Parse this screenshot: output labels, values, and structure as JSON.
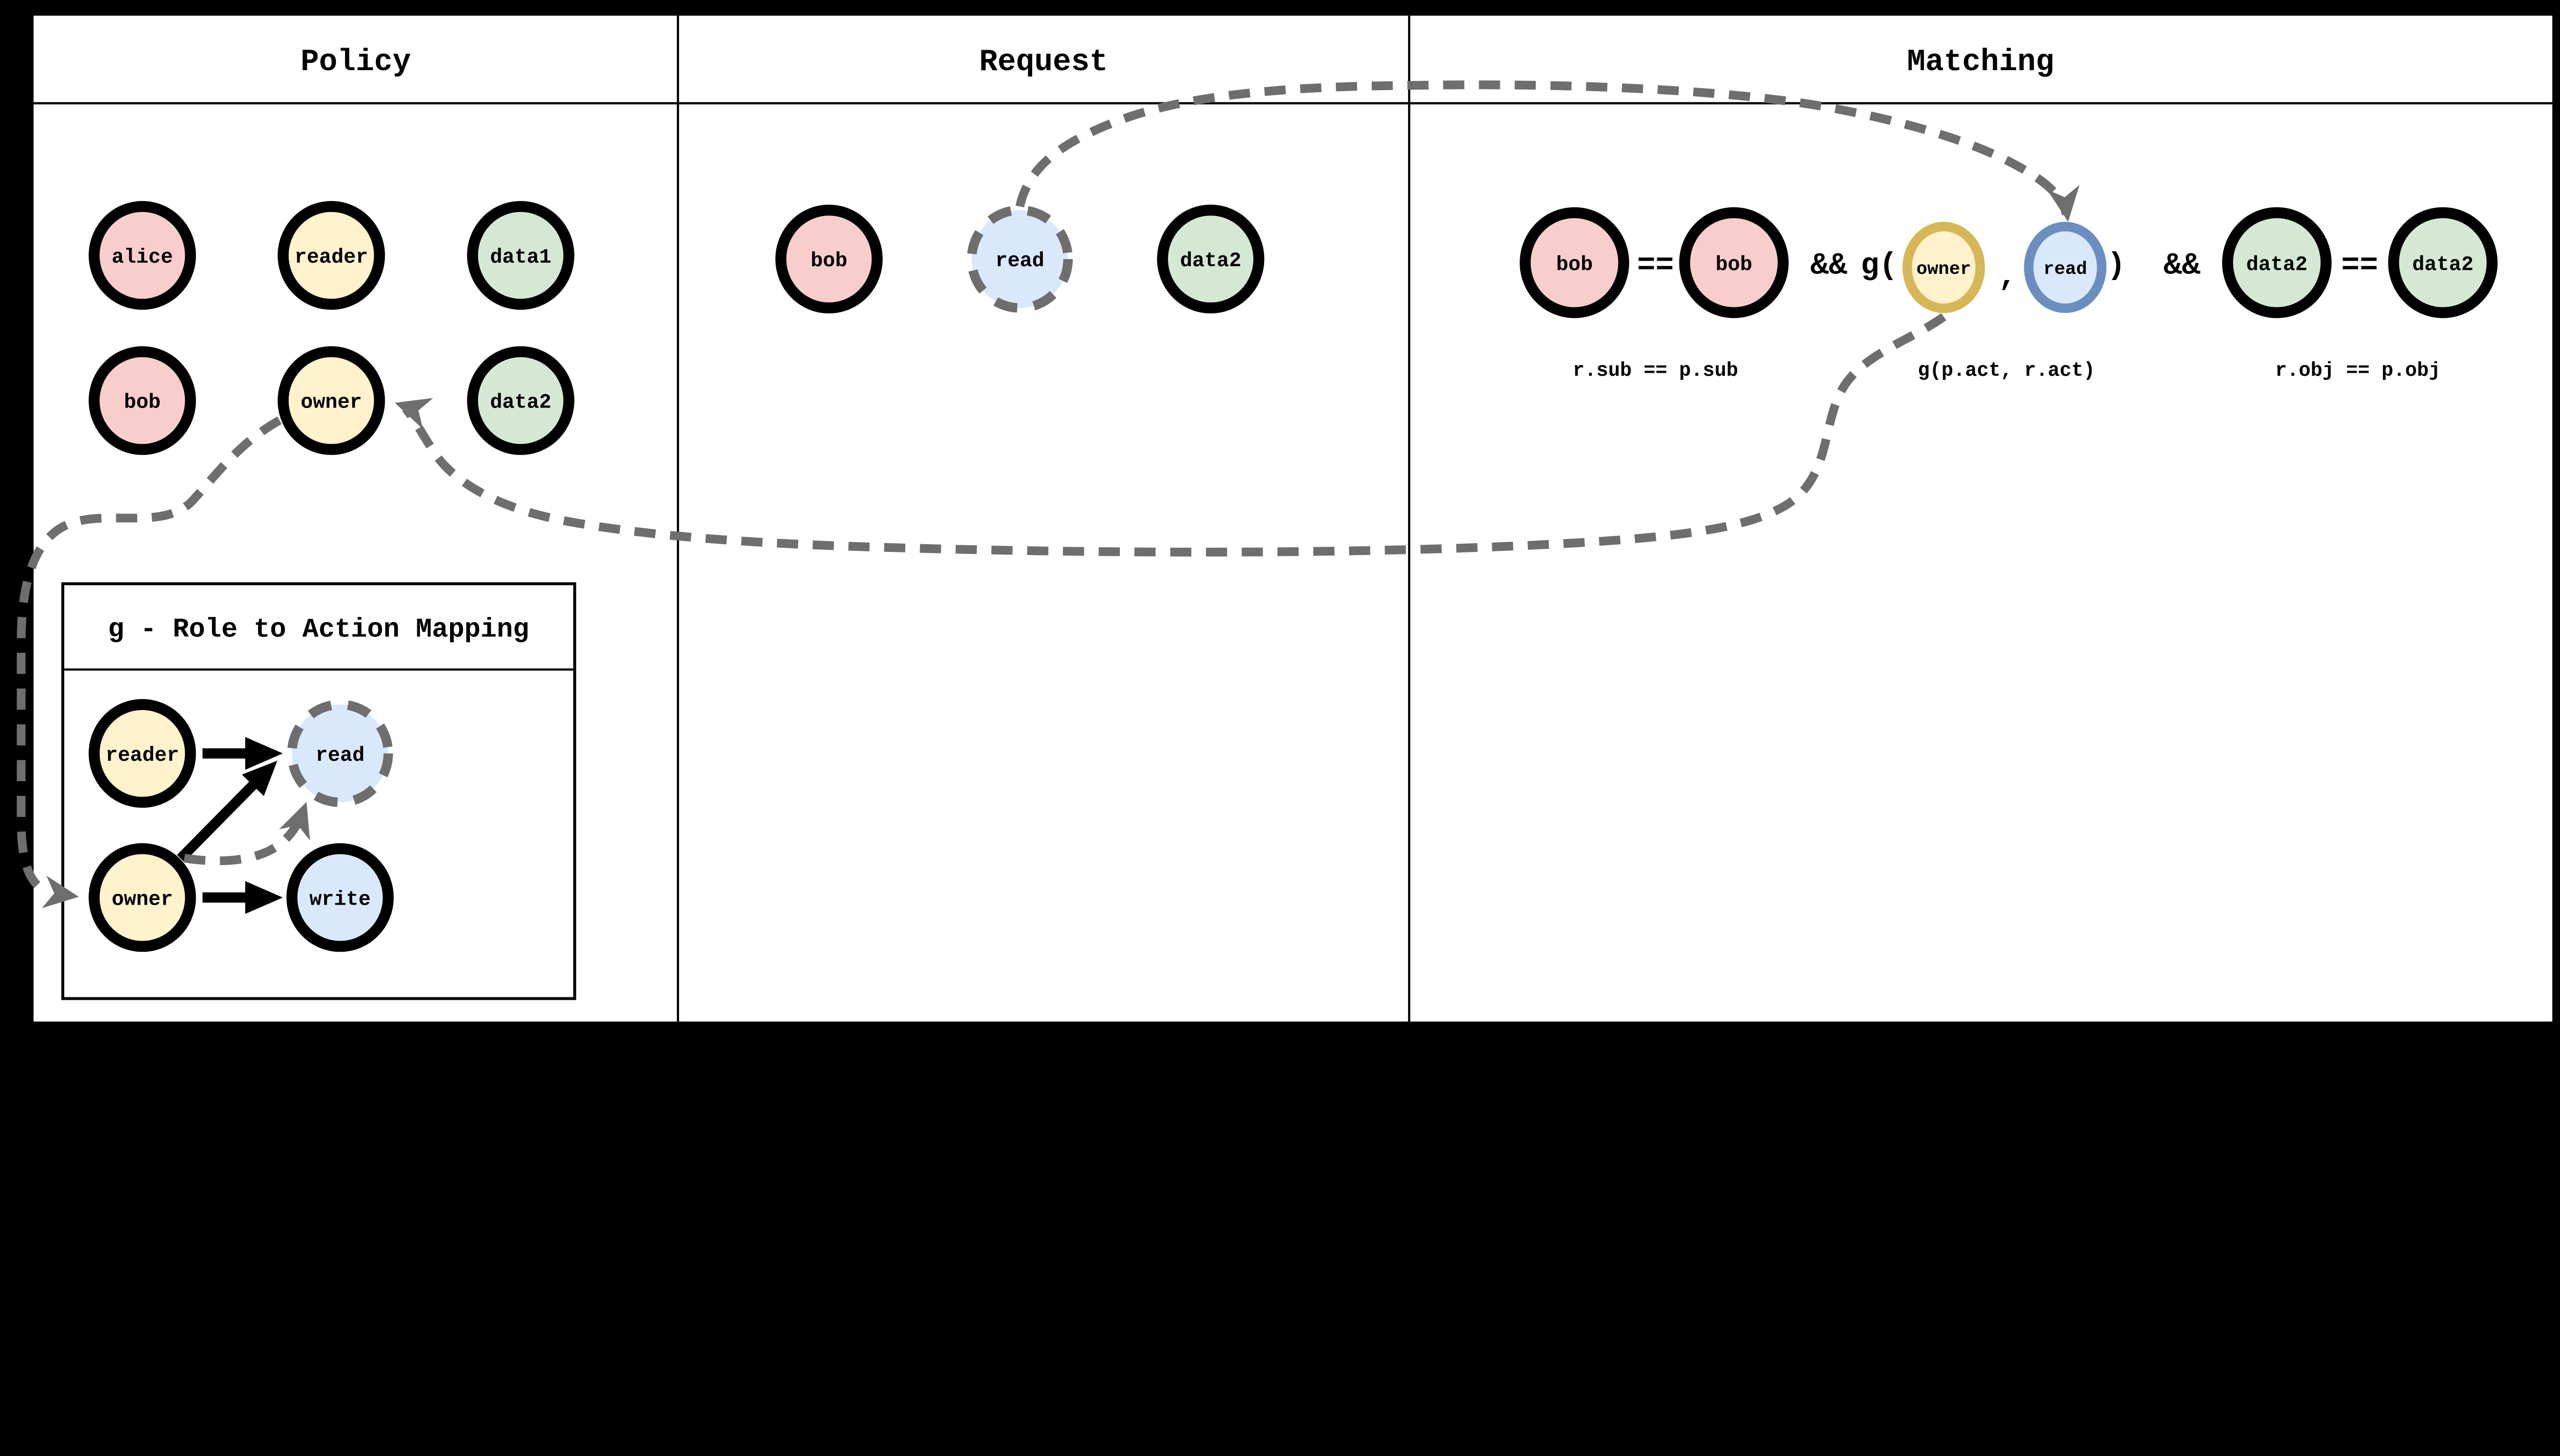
{
  "colors": {
    "node_pink": "#F8CECC",
    "node_yellow": "#FFF2CC",
    "node_green": "#D5E8D4",
    "node_blue": "#DAE8FC",
    "stroke_gold": "#D6B656",
    "stroke_blue": "#6C8EBF",
    "dashed_gray": "#6E6E6E",
    "line_black": "#000000",
    "canvas_white": "#FFFFFF",
    "page_black": "#000000"
  },
  "panels": {
    "policy": {
      "title": "Policy",
      "nodes": [
        "alice",
        "reader",
        "data1",
        "bob",
        "owner",
        "data2"
      ]
    },
    "request": {
      "title": "Request",
      "nodes": [
        "bob",
        "read",
        "data2"
      ]
    },
    "matching": {
      "title": "Matching",
      "expr": {
        "r_sub": "bob",
        "eq_sub": "==",
        "p_sub": "bob",
        "and_1": "&&",
        "g_open": "g(",
        "p_act": "owner",
        "comma": ",",
        "r_act": "read",
        "g_close": ")",
        "and_2": "&&",
        "r_obj": "data2",
        "eq_obj": "==",
        "p_obj": "data2"
      },
      "captions": {
        "sub": "r.sub == p.sub",
        "act": "g(p.act, r.act)",
        "obj": "r.obj == p.obj"
      }
    }
  },
  "g_box": {
    "title": "g - Role to Action Mapping",
    "nodes": [
      "reader",
      "read",
      "owner",
      "write"
    ],
    "edges": [
      {
        "from": "reader",
        "to": "read"
      },
      {
        "from": "owner",
        "to": "read"
      },
      {
        "from": "owner",
        "to": "write"
      }
    ]
  },
  "dashed_links": [
    {
      "from": "request.read",
      "to": "matching.read"
    },
    {
      "from": "matching.owner",
      "to": "policy.owner"
    },
    {
      "from": "policy.owner",
      "to": "g_box.owner"
    },
    {
      "from": "g_box.owner",
      "to": "g_box.read"
    }
  ]
}
